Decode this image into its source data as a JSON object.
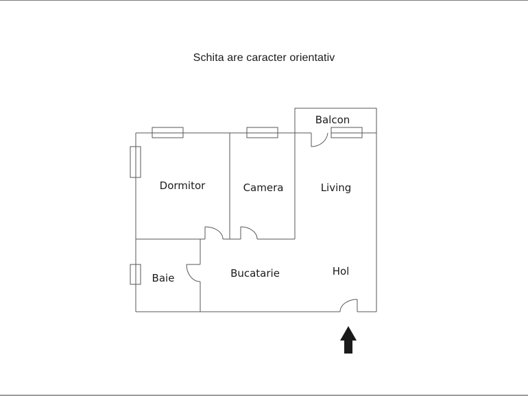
{
  "title": "Schita are caracter orientativ",
  "colors": {
    "wall": "#555555",
    "text": "#1a1a1a",
    "arrow": "#1a1a1a",
    "background": "#ffffff"
  },
  "rooms": [
    {
      "name": "Dormitor",
      "label": "Dormitor"
    },
    {
      "name": "Camera",
      "label": "Camera"
    },
    {
      "name": "Living",
      "label": "Living"
    },
    {
      "name": "Balcon",
      "label": "Balcon"
    },
    {
      "name": "Baie",
      "label": "Baie"
    },
    {
      "name": "Bucatarie",
      "label": "Bucatarie"
    },
    {
      "name": "Hol",
      "label": "Hol"
    }
  ],
  "entrance": {
    "icon": "arrow-up-icon",
    "meaning": "entrance"
  }
}
